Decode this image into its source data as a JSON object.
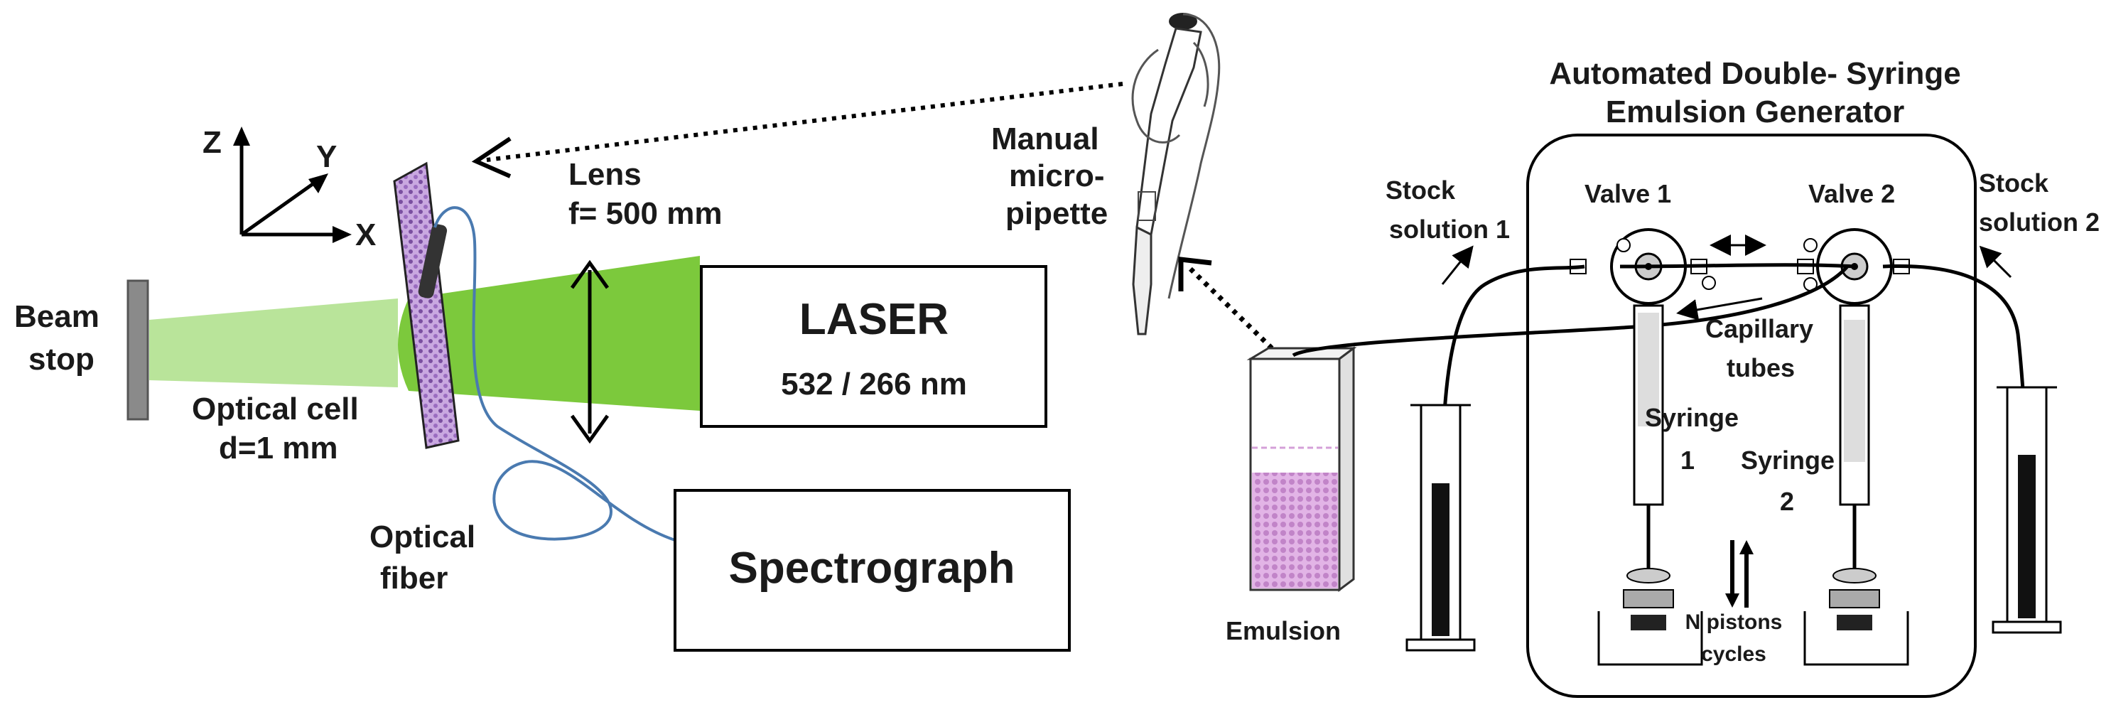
{
  "axes": {
    "z": "Z",
    "y": "Y",
    "x": "X"
  },
  "labels": {
    "beam_stop": [
      "Beam",
      "stop"
    ],
    "optical_cell": [
      "Optical cell",
      "d=1 mm"
    ],
    "optical_fiber": [
      "Optical",
      "fiber"
    ],
    "lens": [
      "Lens",
      "f= 500 mm"
    ],
    "laser": [
      "LASER",
      "532 / 266 nm"
    ],
    "spectrograph": "Spectrograph",
    "micropipette": [
      "Manual",
      "micro-",
      "pipette"
    ],
    "emulsion": "Emulsion",
    "generator_title": [
      "Automated Double- Syringe",
      "Emulsion Generator"
    ],
    "stock1": [
      "Stock",
      "solution 1"
    ],
    "stock2": [
      "Stock",
      "solution 2"
    ],
    "valve1": "Valve 1",
    "valve2": "Valve 2",
    "capillary": [
      "Capillary",
      "tubes"
    ],
    "syringe1": [
      "Syringe",
      "1"
    ],
    "syringe2": [
      "Syringe",
      "2"
    ],
    "pistons": [
      "N pistons",
      "cycles"
    ]
  },
  "colors": {
    "laser_beam": "#7cc93c",
    "beam_after_cell": "#b9e49a",
    "fiber": "#4a7ab0",
    "emulsion": "#d4a0d8",
    "cell": "#b48cd0"
  }
}
